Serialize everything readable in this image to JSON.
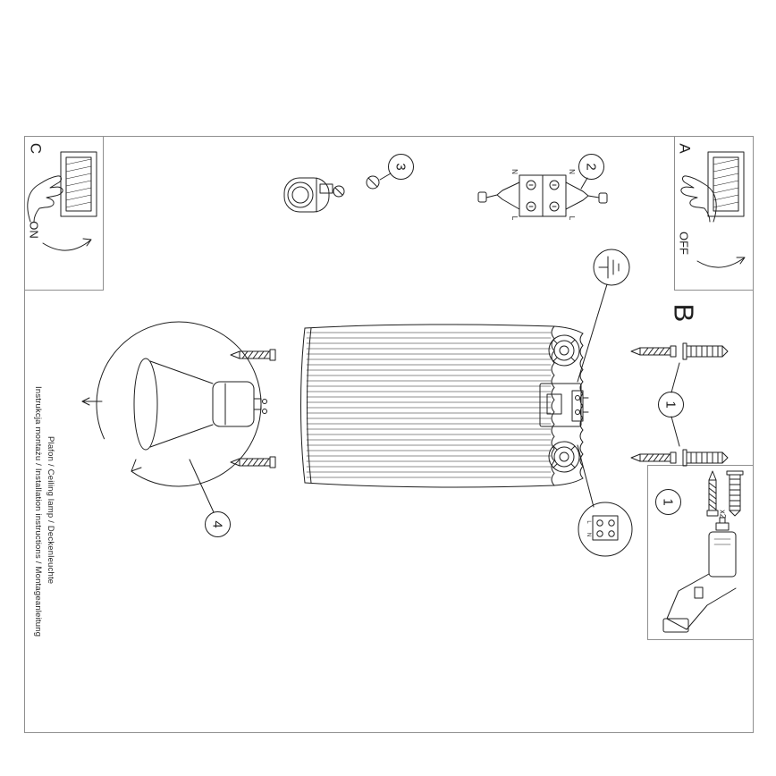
{
  "colors": {
    "bg": "#ffffff",
    "line": "#1f1f1f",
    "frame": "#8f8f8f"
  },
  "footer": {
    "line1": "Instrukcja montażu / Installation instructions / Montageanleitung",
    "line2": "Plafon / Ceiling lamp / Deckenleuchte"
  },
  "sections": {
    "a": "A",
    "b": "B",
    "c": "C"
  },
  "switch_labels": {
    "on": "ON",
    "off": "OFF"
  },
  "steps": {
    "one": "1",
    "two": "2",
    "three": "3",
    "four": "4"
  },
  "toolbox": {
    "step": "1",
    "quantity": "x2"
  },
  "terminal": {
    "n": "N",
    "l": "L"
  },
  "detail_labels": {
    "l": "L",
    "n": "N"
  }
}
